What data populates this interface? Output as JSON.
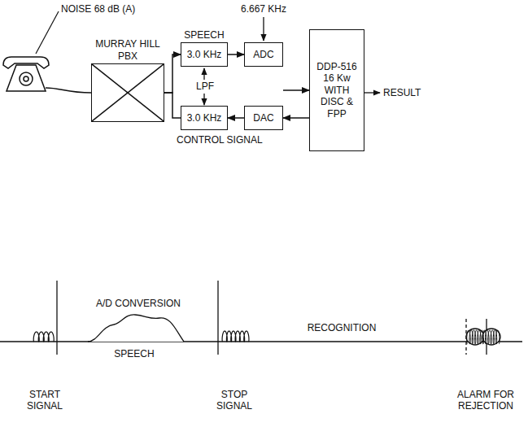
{
  "diagram": {
    "nodes": [
      {
        "text": [
          "MURRAY HILL PBX"
        ]
      },
      {
        "text": [
          "SPEECH",
          "3.0 KHz"
        ]
      },
      {
        "text": [
          "ADC"
        ]
      },
      {
        "text": [
          "3.0 KHz",
          "CONTROL SIGNAL"
        ]
      },
      {
        "text": [
          "DAC"
        ]
      },
      {
        "text": [
          "DDP-516 16 Kw WITH DISC & FPP"
        ]
      }
    ],
    "edges": [
      {
        "from": 0,
        "to": 1,
        "arrow": "to"
      },
      {
        "from": 0,
        "to": 3,
        "arrow": "none"
      },
      {
        "from": 1,
        "to": 2,
        "arrow": "to"
      },
      {
        "from": 2,
        "to": 5,
        "arrow": "to"
      },
      {
        "from": 5,
        "to": 4,
        "arrow": "to"
      },
      {
        "from": 4,
        "to": 3,
        "arrow": "to"
      }
    ],
    "labels": [
      "NOISE 68 dB (A)",
      "6.667 KHz",
      "LPF",
      "RESULT",
      "A/D CONVERSION",
      "SPEECH",
      "RECOGNITION",
      "START SIGNAL",
      "STOP SIGNAL",
      "ALARM FOR REJECTION"
    ]
  }
}
